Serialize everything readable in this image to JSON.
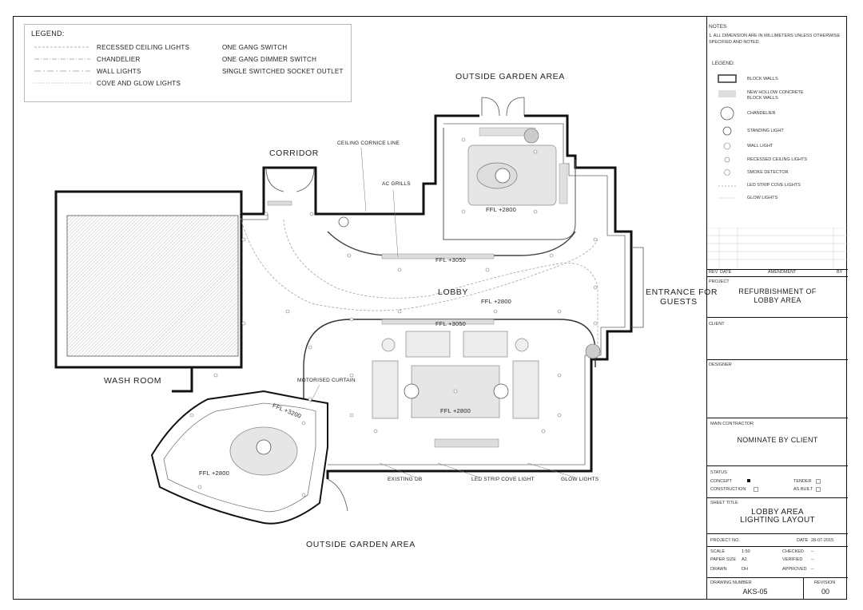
{
  "legend_top": {
    "title": "LEGEND:",
    "items_left": [
      "RECESSED CEILING LIGHTS",
      "CHANDELIER",
      "WALL LIGHTS",
      "COVE AND GLOW LIGHTS"
    ],
    "items_right": [
      "ONE GANG SWITCH",
      "ONE GANG DIMMER SWITCH",
      "SINGLE SWITCHED SOCKET OUTLET"
    ]
  },
  "plan": {
    "outside_garden_top": "OUTSIDE GARDEN AREA",
    "outside_garden_bottom": "OUTSIDE GARDEN AREA",
    "corridor": "CORRIDOR",
    "lobby": "LOBBY",
    "wash_room": "WASH ROOM",
    "entrance_line1": "ENTRANCE FOR",
    "entrance_line2": "GUESTS",
    "ceiling_cornice": "CEILING CORNICE LINE",
    "ac_grills": "AC GRILLS",
    "motorised_curtain": "MOTORISED CURTAIN",
    "existing_db": "EXISTING DB",
    "led_strip": "LED STRIP COVE LIGHT",
    "glow_lights": "GLOW LIGHTS",
    "ffl_top": "FFL +2800",
    "ffl_3050_a": "FFL +3050",
    "ffl_lobby": "FFL +2800",
    "ffl_3050_b": "FFL +3050",
    "ffl_center": "FFL +2800",
    "ffl_3200": "FFL +3200",
    "ffl_dining": "FFL +2800"
  },
  "titleblock": {
    "notes_title": "NOTES",
    "notes_text_1": "1. ALL DIMENSION ARE IN MILLIMETERS UNLESS OTHERWISE",
    "notes_text_2": "SPECIFIED AND NOTED.",
    "legend_title": "LEGEND:",
    "legend_items": [
      "BLOCK WALLS",
      "NEW HOLLOW CONCRETE",
      "BLOCK WALLS",
      "CHANDELIER",
      "STANDING LIGHT",
      "WALL LIGHT",
      "RECESSED CEILING LIGHTS",
      "SMOKE DETECTOR",
      "LED STRIP COVE LIGHTS",
      "GLOW LIGHTS"
    ],
    "rev": "REV",
    "date_col": "DATE",
    "amendment": "AMENDMENT",
    "by": "BY",
    "project_label": "PROJECT",
    "project_line1": "REFURBISHMENT OF",
    "project_line2": "LOBBY AREA",
    "client_label": "CLIENT",
    "designer_label": "DESIGNER",
    "contractor_label": "MAIN CONTRACTOR",
    "contractor_value": "NOMINATE BY CLIENT",
    "status_label": "STATUS",
    "concept": "CONCEPT",
    "construction": "CONSTRUCTION",
    "tender": "TENDER",
    "as_built": "AS BUILT",
    "sheet_title_label": "SHEET TITLE",
    "sheet_title_1": "LOBBY AREA",
    "sheet_title_2": "LIGHTING LAYOUT",
    "project_no": "PROJECT NO.",
    "date_label": "DATE",
    "date_value": "28-07-2015",
    "scale_label": "SCALE",
    "scale_value": "1:50",
    "checked_label": "CHECKED",
    "checked_value": "--",
    "paper_label": "PAPER SIZE",
    "paper_value": "A2",
    "verified_label": "VERIFIED",
    "verified_value": "--",
    "drawn_label": "DRAWN",
    "drawn_value": "DH",
    "approved_label": "APPROVED",
    "approved_value": "--",
    "drawing_number_label": "DRAWING NUMBER",
    "drawing_number": "AKS-05",
    "revision_label": "REVISION",
    "revision": "00"
  }
}
